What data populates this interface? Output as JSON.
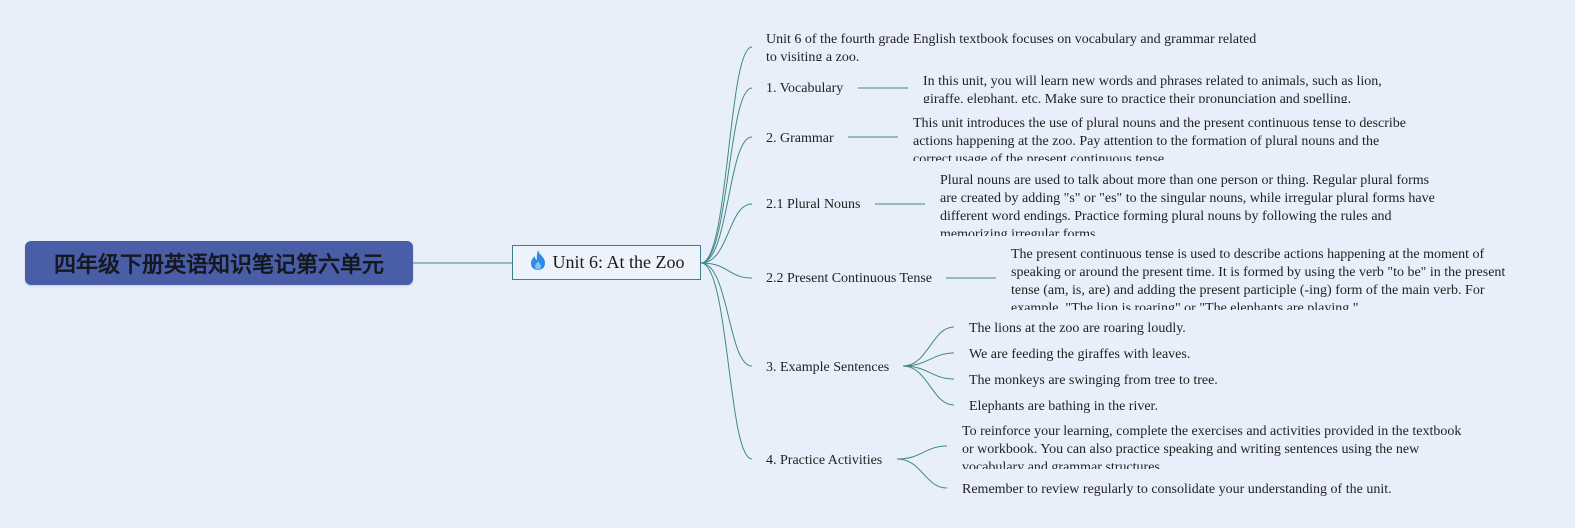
{
  "root": {
    "title": "四年级下册英语知识笔记第六单元"
  },
  "unit": {
    "title": "Unit 6: At the Zoo",
    "icon": "flame-icon",
    "icon_color": "#2b8ce8"
  },
  "intro": "Unit 6 of the fourth grade English textbook focuses on vocabulary and grammar related to visiting a zoo.",
  "vocabulary": {
    "label": "1. Vocabulary",
    "text": "In this unit, you will learn new words and phrases related to animals, such as lion, giraffe, elephant, etc. Make sure to practice their pronunciation and spelling."
  },
  "grammar": {
    "label": "2. Grammar",
    "text": "This unit introduces the use of plural nouns and the present continuous tense to describe actions happening at the zoo. Pay attention to the formation of plural nouns and the correct usage of the present continuous tense."
  },
  "plural": {
    "label": "2.1 Plural Nouns",
    "text": "Plural nouns are used to talk about more than one person or thing. Regular plural forms are created by adding \"s\" or \"es\" to the singular nouns, while irregular plural forms have different word endings. Practice forming plural nouns by following the rules and memorizing irregular forms."
  },
  "continuous": {
    "label": "2.2 Present Continuous Tense",
    "text": "The present continuous tense is used to describe actions happening at the moment of speaking or around the present time. It is formed by using the verb \"to be\" in the present tense (am, is, are) and adding the present participle (-ing) form of the main verb. For example, \"The lion is roaring\" or \"The elephants are playing.\""
  },
  "examples": {
    "label": "3. Example Sentences",
    "items": [
      "The lions at the zoo are roaring loudly.",
      "We are feeding the giraffes with leaves.",
      "The monkeys are swinging from tree to tree.",
      "Elephants are bathing in the river."
    ]
  },
  "practice": {
    "label": "4. Practice Activities",
    "items": [
      "To reinforce your learning, complete the exercises and activities provided in the textbook or workbook. You can also practice speaking and writing sentences using the new vocabulary and grammar structures.",
      "Remember to review regularly to consolidate your understanding of the unit."
    ]
  },
  "colors": {
    "line": "#3e8a84",
    "root_bg": "#4a5ea8",
    "canvas_bg": "#e9effa"
  }
}
